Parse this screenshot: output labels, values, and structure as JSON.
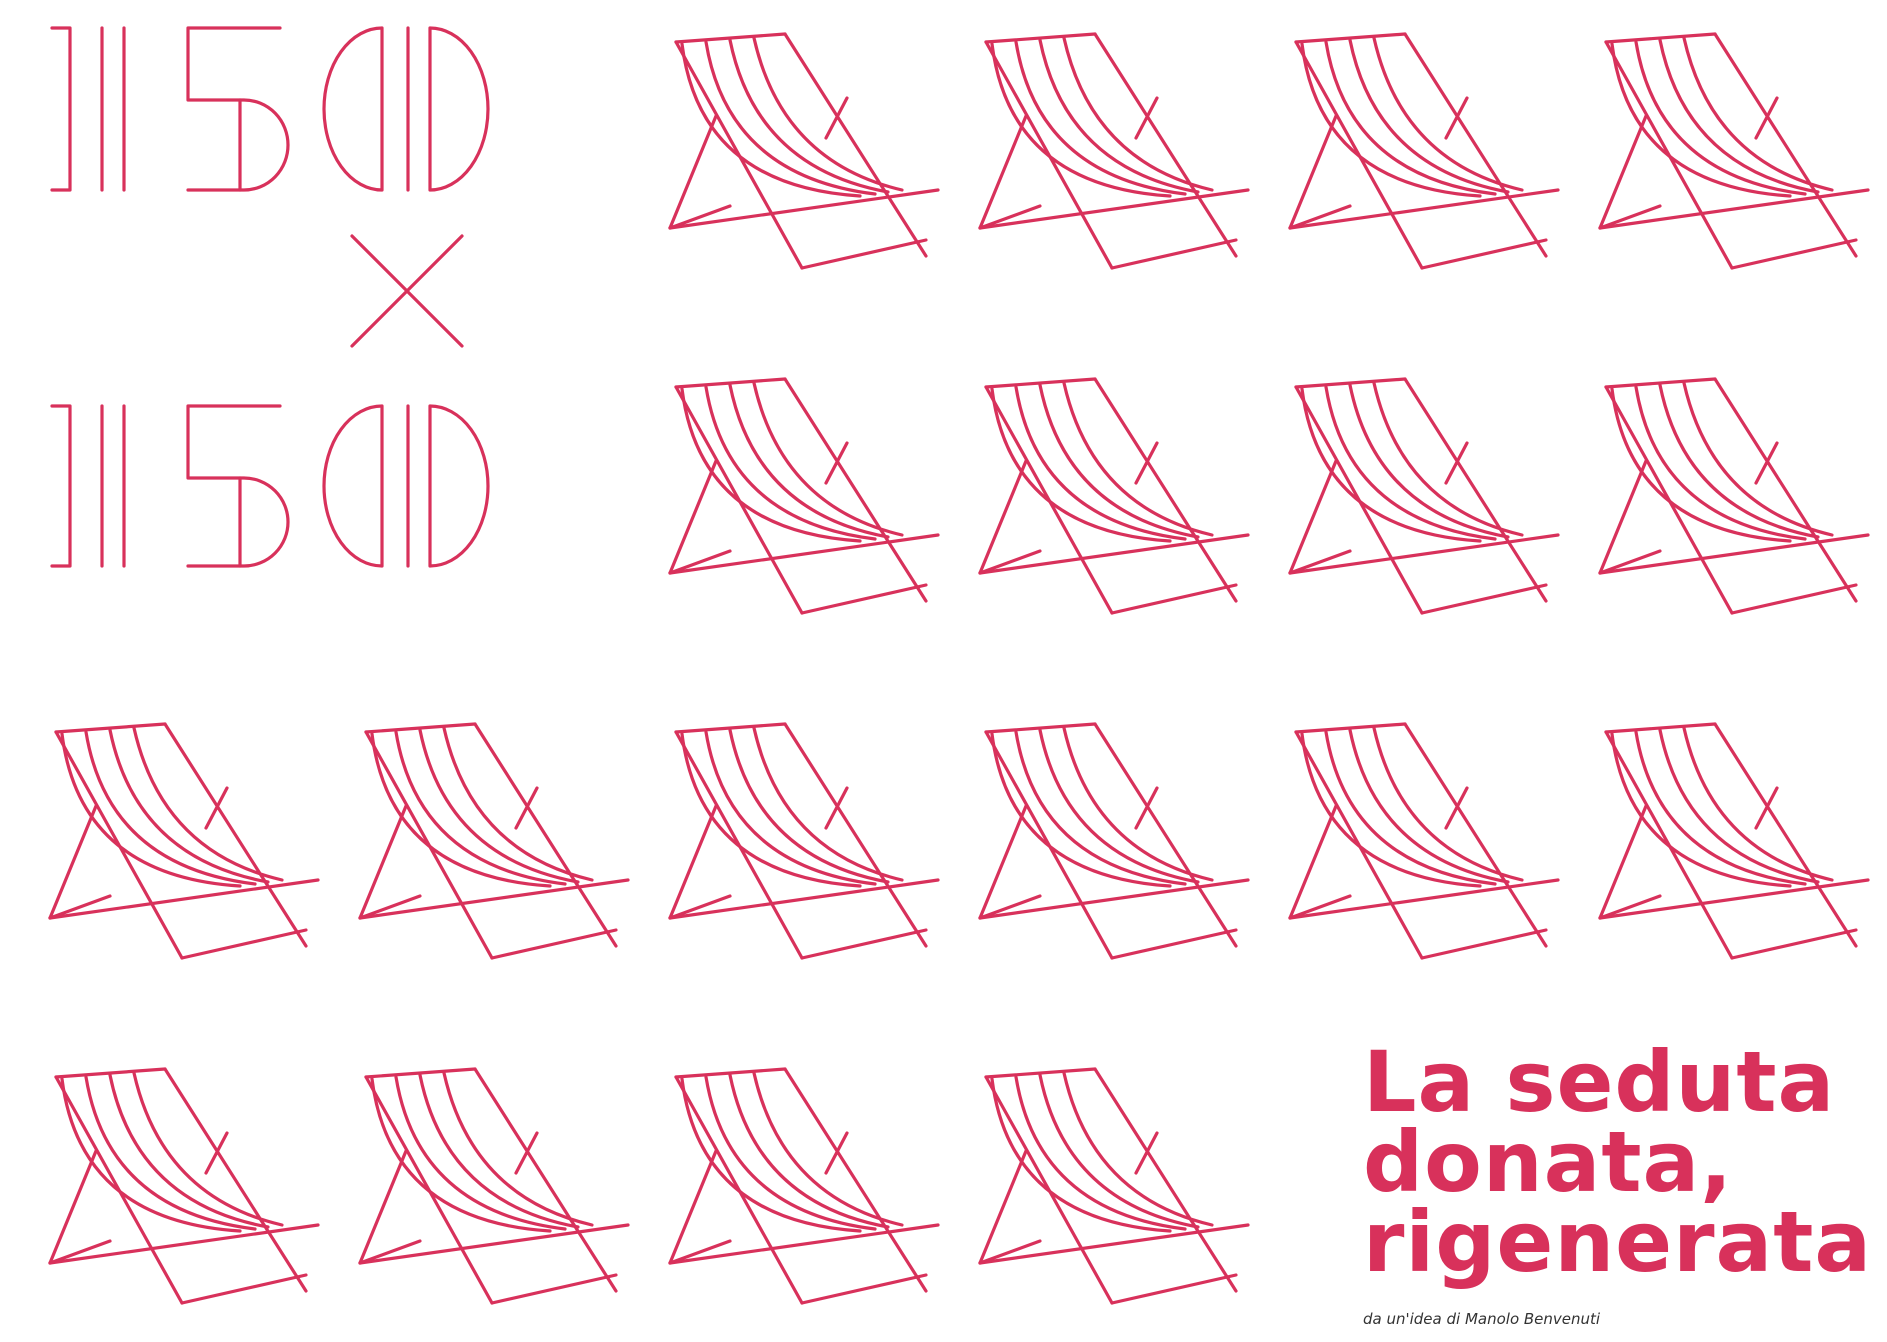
{
  "accent_color": "#d8315b",
  "credit_color": "#333333",
  "logo": {
    "top_number": "150",
    "operator": "×",
    "bottom_number": "150"
  },
  "chair_icon": "deck-chair-icon",
  "title": {
    "line1": "La seduta",
    "line2": "donata,",
    "line3": "rigenerata"
  },
  "credit": "da un'idea di Manolo Benvenuti"
}
